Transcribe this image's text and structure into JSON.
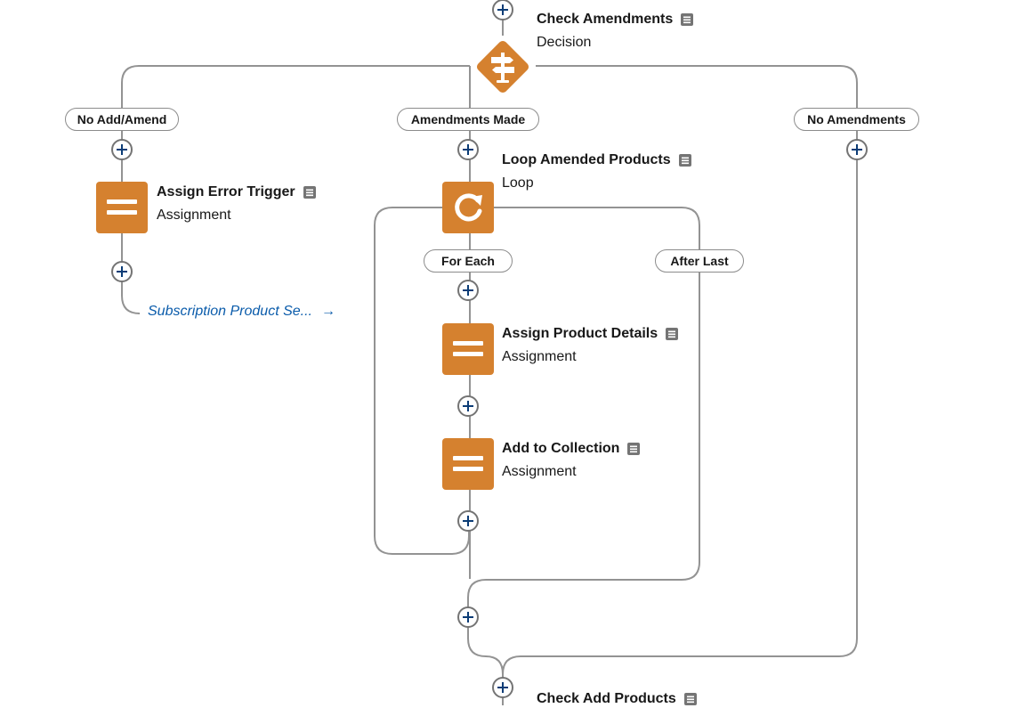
{
  "top_node": {
    "title": "Check Amendments",
    "type": "Decision"
  },
  "outcomes": {
    "left": "No Add/Amend",
    "middle": "Amendments Made",
    "right": "No Amendments"
  },
  "assign_error": {
    "title": "Assign Error Trigger",
    "type": "Assignment"
  },
  "goto_link": {
    "label": "Subscription Product Se...",
    "arrow": "→"
  },
  "loop_node": {
    "title": "Loop Amended Products",
    "type": "Loop"
  },
  "loop_paths": {
    "for_each": "For Each",
    "after_last": "After Last"
  },
  "assign_product": {
    "title": "Assign Product Details",
    "type": "Assignment"
  },
  "add_collection": {
    "title": "Add to Collection",
    "type": "Assignment"
  },
  "bottom_node": {
    "title": "Check Add Products"
  },
  "colors": {
    "node_fill": "#d5812f",
    "connector": "#939393",
    "plus_glyph": "#0b3c76",
    "link": "#0b5cab"
  },
  "icons": {
    "decision": "signpost-icon",
    "assignment": "equals-icon",
    "loop": "refresh-icon",
    "description": "description-doc-icon",
    "add": "plus-icon"
  }
}
